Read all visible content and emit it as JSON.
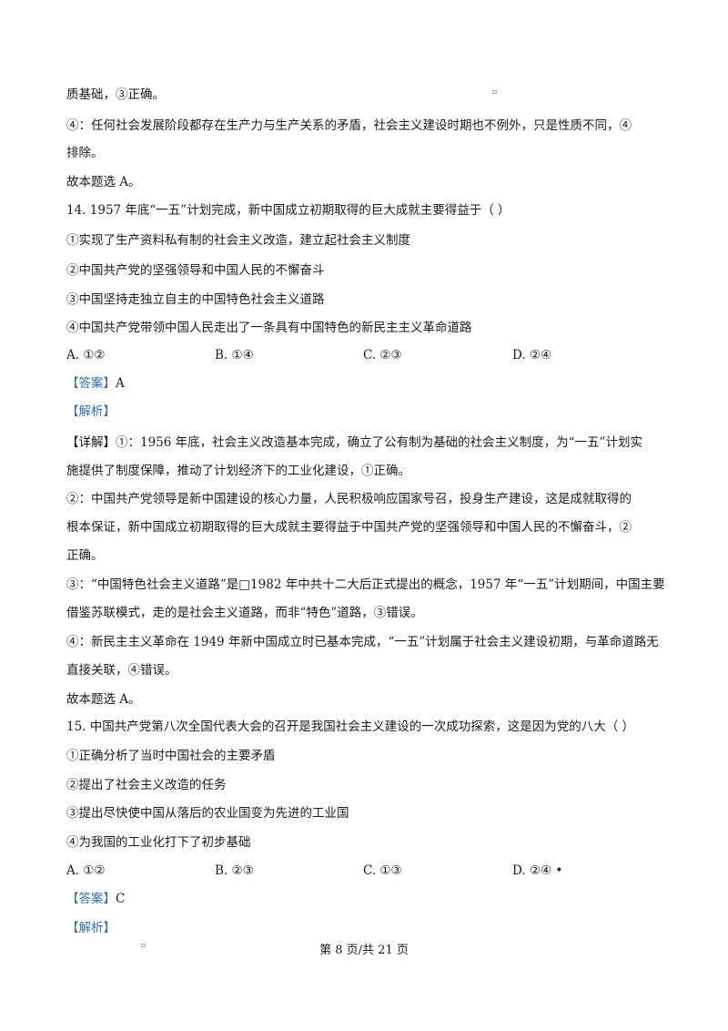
{
  "lines": [
    "质基础，③正确。",
    "④：任何社会发展阶段都存在生产力与生产关系的矛盾，社会主义建设时期也不例外，只是性质不同，④",
    "排除。",
    "故本题选  A。",
    "14. 1957 年底“一五”计划完成，新中国成立初期取得的巨大成就主要得益于（      ）",
    "①实现了生产资料私有制的社会主义改造，建立起社会主义制度",
    "②中国共产党的坚强领导和中国人民的不懈奋斗",
    "③中国坚持走独立自主的中国特色社会主义道路",
    "④中国共产党带领中国人民走出了一条具有中国特色的新民主主义革命道路"
  ],
  "q14_options": [
    "A. ①②",
    "B. ①④",
    "C. ②③",
    "D. ②④"
  ],
  "q14_answer_label": "【答案】",
  "q14_answer_value": "A",
  "q14_analysis_label": "【解析】",
  "q14_detail_label": "【详解】",
  "q14_detail_lines": [
    "①：1956 年底，社会主义改造基本完成，确立了公有制为基础的社会主义制度，为“一五”计划实",
    "施提供了制度保障，推动了计划经济下的工业化建设，①正确。",
    "②：中国共产党领导是新中国建设的核心力量，人民积极响应国家号召，投身生产建设，这是成就取得的",
    "根本保证，新中国成立初期取得的巨大成就主要得益于中国共产党的坚强领导和中国人民的不懈奋斗，②",
    "正确。",
    "③：“中国特色社会主义道路”是□1982 年中共十二大后正式提出的概念，1957 年“一五”计划期间，中国主要",
    "借鉴苏联模式，走的是社会主义道路，而非“特色”道路，③错误。",
    "④：新民主主义革命在  1949 年新中国成立时已基本完成，“一五”计划属于社会主义建设初期，与革命道路无",
    "直接关联，④错误。",
    "故本题选  A。"
  ],
  "q14_detail_first": "①：1956 年底，社会主义改造基本完成，确立了公有制为基础的社会主义制度，为“一五”计划实",
  "q15_lines": [
    "15. 中国共产党第八次全国代表大会的召开是我国社会主义建设的一次成功探索，这是因为党的八大（      ）",
    "①正确分析了当时中国社会的主要矛盾",
    "②提出了社会主义改造的任务",
    "③提出尽快使中国从落后的农业国变为先进的工业国",
    "④为我国的工业化打下了初步基础"
  ],
  "q15_options": [
    "A. ①②",
    "B. ②③",
    "C. ①③",
    "D. ②④ •"
  ],
  "q15_answer_label": "【答案】",
  "q15_answer_value": "C",
  "q15_analysis_label": "【解析】",
  "marks": [
    "▫",
    "▫"
  ],
  "footer": "第  8 页/共  21 页"
}
